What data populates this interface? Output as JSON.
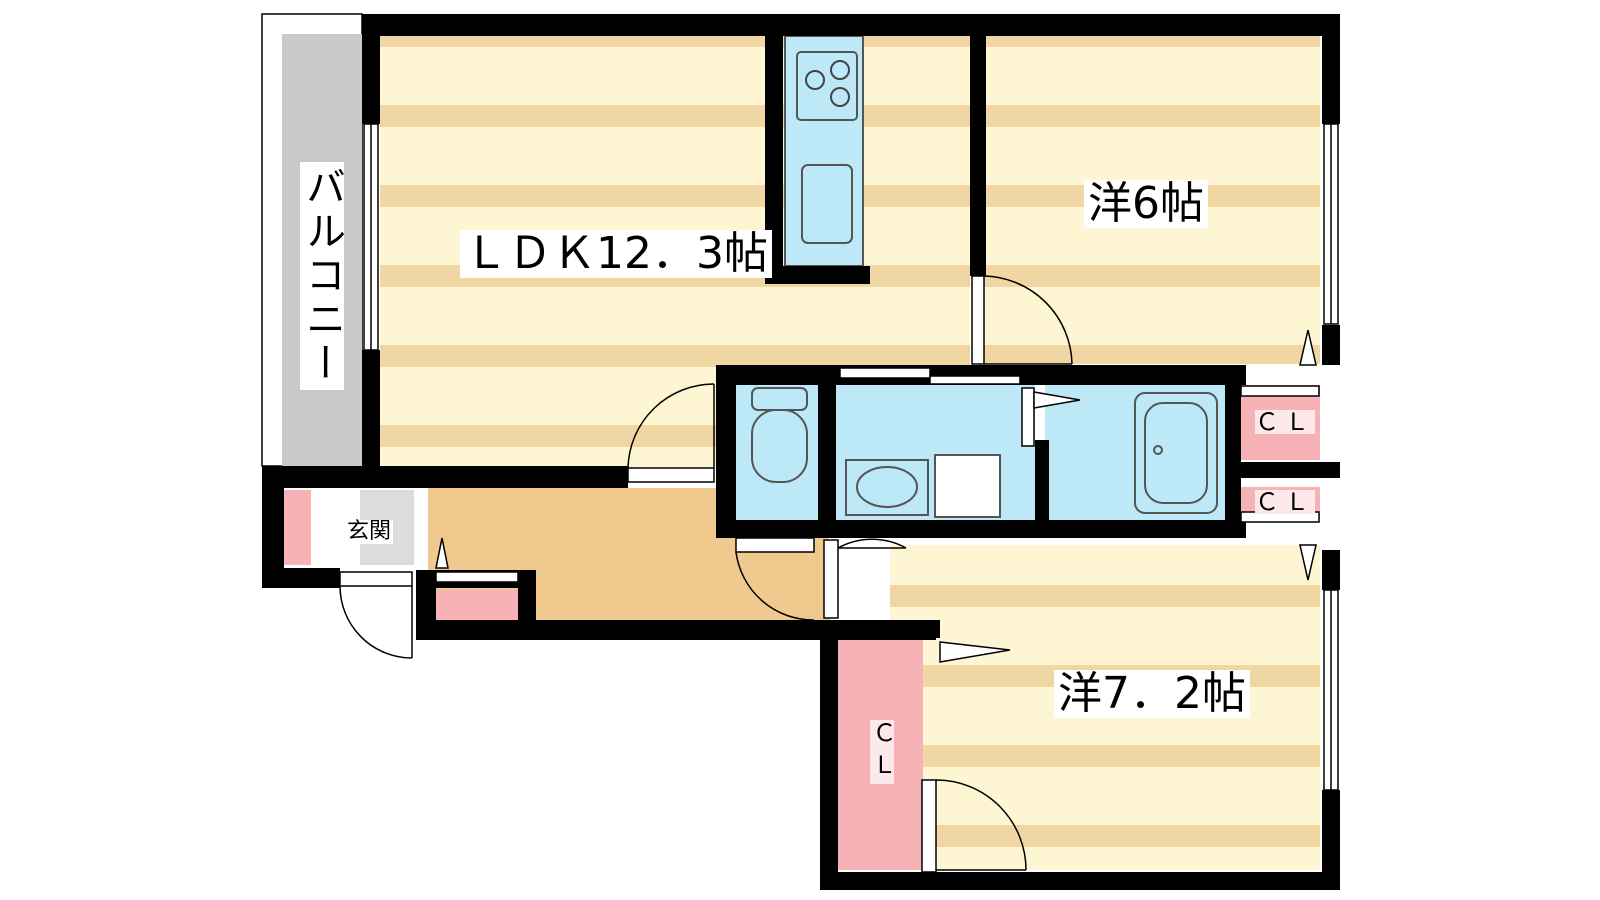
{
  "rooms": {
    "ldk": "ＬＤＫ12．3帖",
    "western_6": "洋6帖",
    "western_72": "洋7．2帖",
    "balcony": "バルコニー",
    "entrance": "玄関",
    "closet_upper": "ＣＬ",
    "closet_middle": "ＣＬ",
    "closet_lower": "ＣＬ"
  },
  "colors": {
    "wall": "#000000",
    "floor_stripe_light": "#fef6d2",
    "floor_stripe_dark": "#f0d6a2",
    "hallway": "#f0c98f",
    "wet_area": "#bde8f7",
    "closet": "#f7b2b6",
    "balcony": "#c9c9c9"
  }
}
